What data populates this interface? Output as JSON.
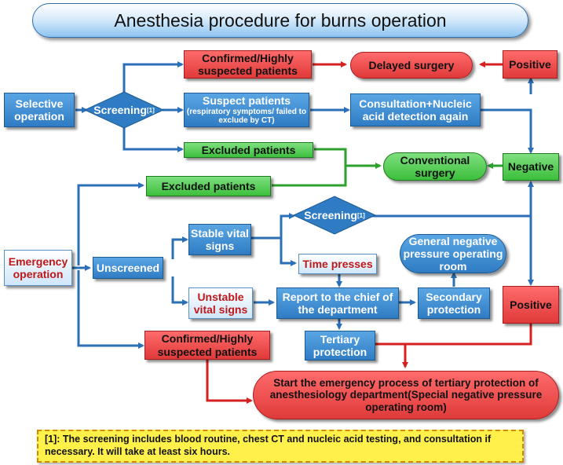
{
  "title": "Anesthesia procedure for burns operation",
  "nodes": {
    "selective_operation": "Selective operation",
    "screening_top": "Screening",
    "screening_top_ref": "[1]",
    "confirmed_top": "Confirmed/Highly suspected patients",
    "delayed_surgery": "Delayed surgery",
    "positive_top": "Positive",
    "suspect_patients": "Suspect patients",
    "suspect_patients_note": "(respiratory symptoms/ failed to exclude by CT)",
    "consultation": "Consultation+Nucleic acid detection again",
    "excluded_top": "Excluded patients",
    "conventional_surgery": "Conventional surgery",
    "negative": "Negative",
    "excluded_mid": "Excluded patients",
    "screening_mid": "Screening",
    "screening_mid_ref": "[1]",
    "emergency_operation": "Emergency operation",
    "unscreened": "Unscreened",
    "stable_vital": "Stable vital signs",
    "time_presses": "Time presses",
    "general_negative": "General negative pressure operating room",
    "unstable_vital": "Unstable vital signs",
    "report_chief": "Report to the chief of the department",
    "secondary_protection": "Secondary protection",
    "positive_bottom": "Positive",
    "tertiary_protection": "Tertiary protection",
    "confirmed_bottom": "Confirmed/Highly suspected patients",
    "start_emergency": "Start the emergency process of tertiary protection of anesthesiology department(Special negative pressure operating room)"
  },
  "footnote": "[1]: The screening includes blood routine, chest CT and nucleic acid testing, and consultation if necessary. It will take at least six hours.",
  "colors": {
    "blue": "#2f7cc4",
    "red": "#e03a3a",
    "green": "#3cbf3c",
    "arrow_blue": "#2b6fb6",
    "arrow_red": "#d42020",
    "arrow_green": "#2ea02e",
    "note_bg": "#fff14a"
  }
}
